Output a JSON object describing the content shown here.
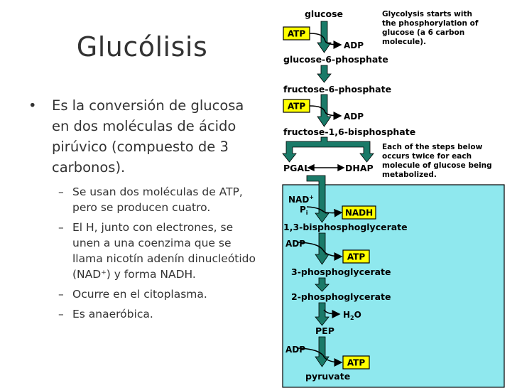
{
  "slide": {
    "title": "Glucólisis",
    "bullet1": "Es la conversión de glucosa en dos moléculas de ácido pirúvico (compuesto de 3 carbonos).",
    "sub1": "Se usan dos moléculas de ATP, pero se producen cuatro.",
    "sub2_part1": "El H, junto con electrones, se unen a una coenzima que se llama nicotín adenín dinucleótido (NAD",
    "sub2_sup": "+",
    "sub2_part2": ") y forma NADH.",
    "sub3": "Ocurre en el citoplasma.",
    "sub4": "Es anaeróbica.",
    "bullet_mark": "•",
    "dash_mark": "–"
  },
  "diagram": {
    "glucose": "glucose",
    "note_top": [
      "Glycolysis starts with",
      "the phosphorylation of",
      "glucose (a 6 carbon",
      "molecule)."
    ],
    "atp": "ATP",
    "adp": "ADP",
    "g6p": "glucose-6-phosphate",
    "f6p": "fructose-6-phosphate",
    "f16bp": "fructose-1,6-bisphosphate",
    "note_mid": [
      "Each of the steps below",
      "occurs twice for each",
      "molecule of glucose being",
      "metabolized."
    ],
    "pgal": "PGAL",
    "dhap": "DHAP",
    "nad": "NAD",
    "nad_sup": "+",
    "pi": "P",
    "pi_sub": "i",
    "nadh": "NADH",
    "bpg13": "1,3-bisphosphoglycerate",
    "pg3": "3-phosphoglycerate",
    "pg2": "2-phosphoglycerate",
    "h2o_h": "H",
    "h2o_2": "2",
    "h2o_o": "O",
    "pep": "PEP",
    "pyruvate": "pyruvate",
    "colors": {
      "box_fill": "#8fe8ee",
      "arrow": "#1a7a68",
      "yellow": "#ffff00"
    }
  }
}
